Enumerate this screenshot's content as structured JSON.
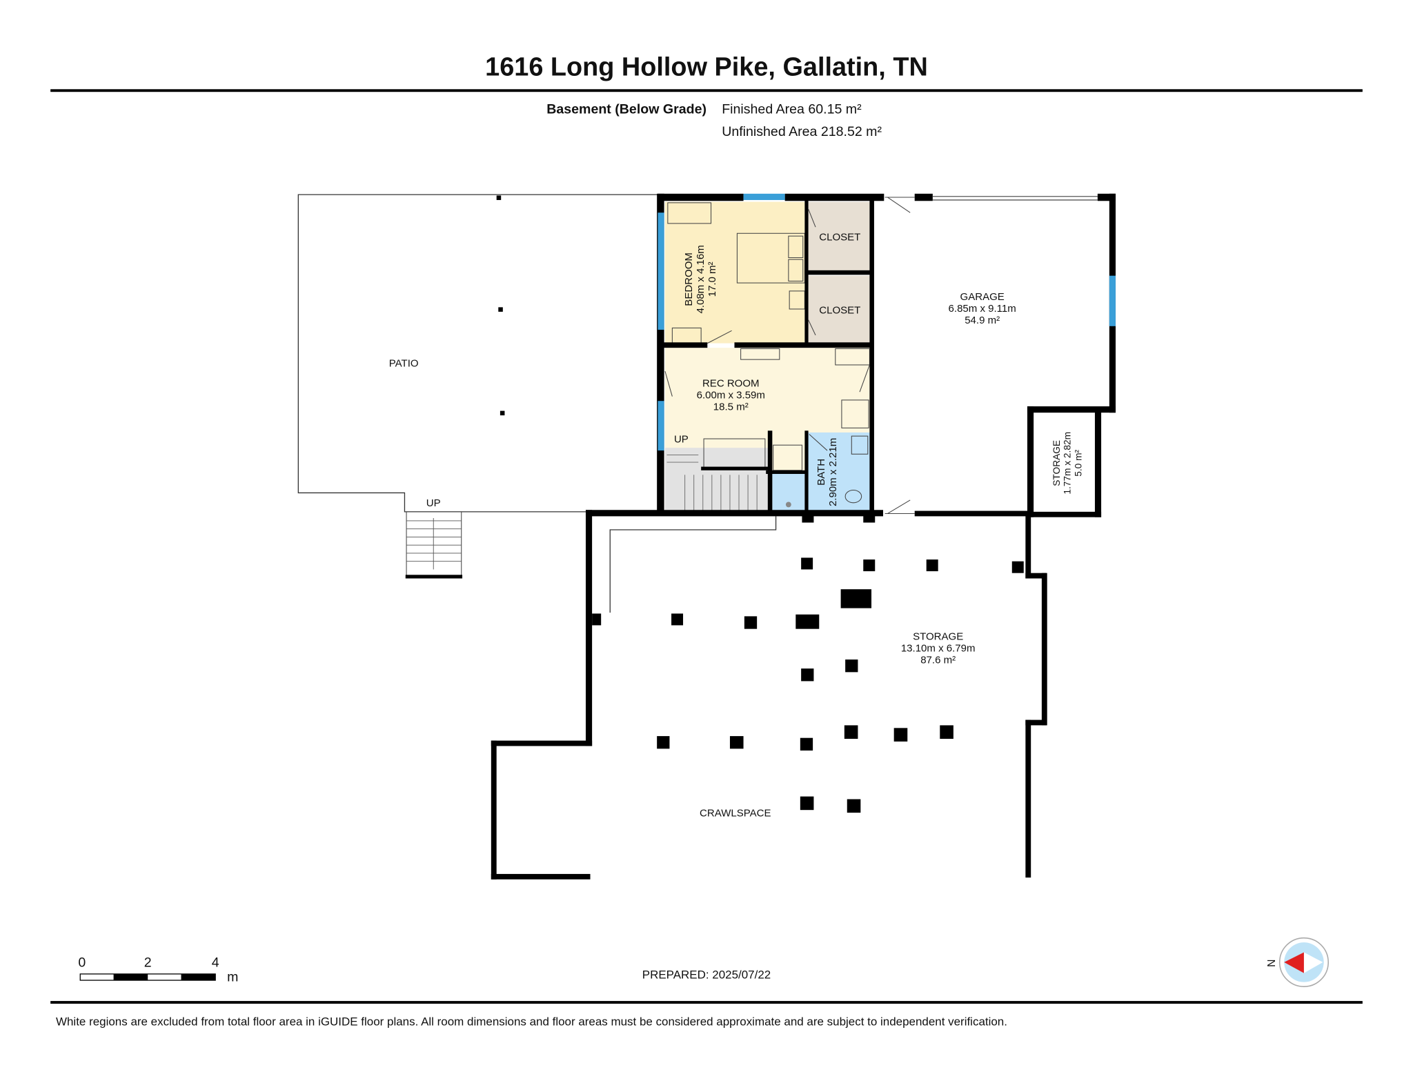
{
  "header": {
    "title": "1616 Long Hollow Pike, Gallatin, TN",
    "level_label": "Basement (Below Grade)",
    "finished_area": "Finished Area 60.15 m²",
    "unfinished_area": "Unfinished Area 218.52 m²"
  },
  "rooms": {
    "patio": {
      "name": "PATIO",
      "up": "UP"
    },
    "bedroom": {
      "name": "BEDROOM",
      "dims": "4.08m x 4.16m",
      "area": "17.0 m²"
    },
    "closet1": {
      "name": "CLOSET"
    },
    "closet2": {
      "name": "CLOSET"
    },
    "garage": {
      "name": "GARAGE",
      "dims": "6.85m x 9.11m",
      "area": "54.9 m²"
    },
    "rec_room": {
      "name": "REC ROOM",
      "dims": "6.00m x 3.59m",
      "area": "18.5 m²",
      "up": "UP"
    },
    "bath": {
      "name": "BATH",
      "dims": "2.90m x 2.21m"
    },
    "storage_small": {
      "name": "STORAGE",
      "dims": "1.77m x 2.82m",
      "area": "5.0 m²"
    },
    "storage_large": {
      "name": "STORAGE",
      "dims": "13.10m x 6.79m",
      "area": "87.6 m²"
    },
    "crawlspace": {
      "name": "CRAWLSPACE"
    }
  },
  "scale_bar": {
    "ticks": [
      "0",
      "2",
      "4"
    ],
    "unit": "m"
  },
  "prepared": "PREPARED: 2025/07/22",
  "compass": {
    "label": "N",
    "colors": {
      "needle": "#e02020",
      "disc": "#bfe3f7"
    }
  },
  "disclaimer": "White regions are excluded from total floor area in iGUIDE floor plans. All room dimensions and floor areas must be considered approximate and are subject to independent verification.",
  "colors": {
    "bedroom": "#fcefc4",
    "rec_room": "#fdf6dd",
    "closet": "#e7dfd3",
    "bath": "#bfe2f9",
    "stairs": "#e2e2e2",
    "window": "#3a9fd8"
  }
}
